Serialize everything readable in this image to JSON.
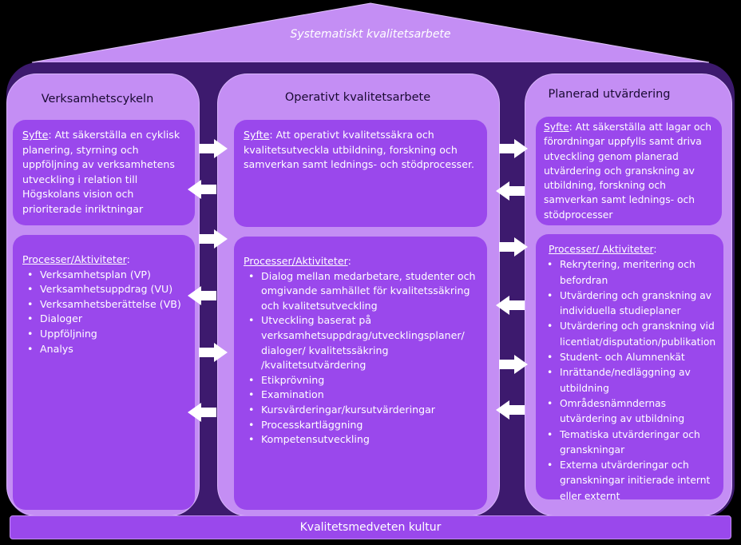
{
  "roof": {
    "title": "Systematiskt kvalitetsarbete"
  },
  "columns": [
    {
      "title": "Verksamhetscykeln",
      "purpose_label": "Syfte",
      "purpose_text": ": Att säkerställa en cyklisk planering, styrning och uppföljning av verksamhetens utveckling i relation till Högskolans vision och prioriterade inriktningar",
      "processes_title": "Processer/Aktiviteter",
      "processes_suffix": ":",
      "processes": [
        "Verksamhetsplan (VP)",
        "Verksamhetsuppdrag (VU)",
        "Verksamhetsberättelse (VB)",
        "Dialoger",
        "Uppföljning",
        "Analys"
      ]
    },
    {
      "title": "Operativt kvalitetsarbete",
      "purpose_label": "Syfte",
      "purpose_text": ": Att operativt kvalitetssäkra och kvalitetsutveckla utbildning, forskning och samverkan samt lednings- och stödprocesser.",
      "processes_title": "Processer/Aktiviteter",
      "processes_suffix": ":",
      "processes": [
        "Dialog mellan medarbetare, studenter och omgivande samhället för kvalitetssäkring och kvalitetsutveckling",
        "Utveckling baserat på verksamhetsuppdrag/utvecklingsplaner/ dialoger/ kvalitetssäkring /kvalitetsutvärdering",
        "Etikprövning",
        "Examination",
        "Kursvärderingar/kursutvärderingar",
        "Processkartläggning",
        "Kompetensutveckling"
      ]
    },
    {
      "title": "Planerad utvärdering",
      "purpose_label": "Syfte",
      "purpose_text": ": Att säkerställa att lagar och förordningar uppfylls samt driva utveckling genom planerad utvärdering och granskning av utbildning, forskning och samverkan samt lednings- och stödprocesser",
      "processes_title": "Processer/ Aktiviteter",
      "processes_suffix": ":",
      "processes": [
        "Rekrytering, meritering och befordran",
        "Utvärdering och granskning av individuella studieplaner",
        "Utvärdering och granskning vid licentiat/disputation/publikation",
        "Student- och Alumnenkät",
        "Inrättande/nedläggning av utbildning",
        "Områdesnämndernas utvärdering av utbildning",
        "Tematiska utvärderingar och granskningar",
        "Externa utvärderingar och granskningar initierade internt eller externt"
      ]
    }
  ],
  "base": {
    "title": "Kvalitetsmedveten kultur"
  },
  "colors": {
    "background": "#000000",
    "roof": "#c48ef4",
    "frame": "#3d1a6e",
    "pillar": "#c48ef4",
    "box": "#9a48ec",
    "arrow": "#ffffff"
  },
  "icons": {
    "right_arrow": "right-arrow-icon",
    "left_arrow": "left-arrow-icon"
  }
}
